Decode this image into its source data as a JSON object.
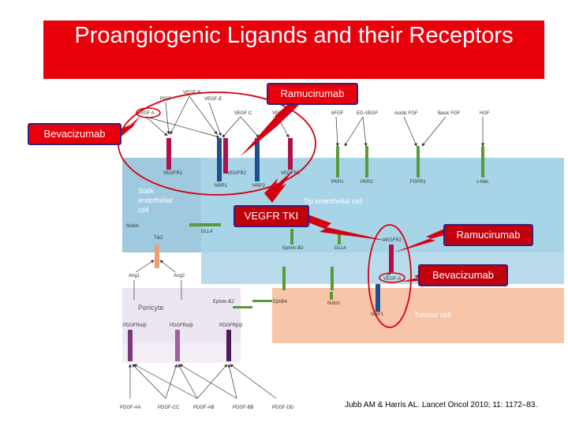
{
  "title": "Proangiogenic Ligands and their Receptors",
  "callouts": {
    "ramucirumab_top": "Ramucirumab",
    "bevacizumab_left": "Bevacizumab",
    "vegfr_tki": "VEGFR TKI",
    "ramucirumab_right": "Ramucirumab",
    "bevacizumab_right": "Bevacizumab"
  },
  "ligands": {
    "plgf": "PIGF",
    "vegf_b": "VEGF-B",
    "vegf_e": "VEGF-E",
    "vegf_a": "VEGF A",
    "vegf_c": "VEGF C",
    "vegf_d": "VEGF D",
    "bfgf": "bFGF",
    "eg_vegf": "EG-VEGF",
    "acidic_fgf": "Acidic FGF",
    "basic_fgf": "Basic FGF",
    "hgf": "HGF"
  },
  "receptors": {
    "vegfr1": "VEGFR1",
    "vegfr2": "VEGFR2",
    "vegfr3": "VEGFR3",
    "nrp1": "NRP1",
    "nrp2": "NRP2",
    "pkr1": "PKR1",
    "pkr2": "PKR2",
    "fgfr1": "FGFR1",
    "cmet": "c-Met",
    "notch": "Notch",
    "dll4": "DLL4",
    "tie2": "Tie2",
    "ephrin_b2_stalk": "Ephrin-B2",
    "dll4_tip": "DLL4",
    "vegfr2_tumour": "VEGFR2",
    "vegf_a_tumour": "VEGF-A",
    "nrp1_tumour": "NRP1",
    "ephrin_b2_pericyte": "Ephrin-B2",
    "ephb4": "EphB4",
    "notch_tumour": "Notch"
  },
  "cells": {
    "stalk": "Stalk endothelial cell",
    "tip": "Tip endothelial cell",
    "pericyte": "Pericyte",
    "tumour": "Tumour cell"
  },
  "angiopoietins": {
    "ang1": "Ang1",
    "ang2": "Ang2"
  },
  "pdgf_receptors": [
    "PDGFRα/β",
    "PDGFRα/β",
    "PDGFRβ/β"
  ],
  "pdgf_ligands": [
    "PDGF-AA",
    "PDGF-CC",
    "PDGF-AB",
    "PDGF-BB",
    "PDGF-DD"
  ],
  "citation": "Jubb AM & Harris AL. Lancet Oncol 2010; 11: 1172–83.",
  "colors": {
    "title_bg": "#e8000b",
    "callout_border": "#3a1f7a",
    "tip_cell": "#a8d4e8",
    "stalk_cell": "#9ec9df",
    "pericyte": "#ede6f0",
    "tumour": "#f9c5a8",
    "vegfr_blue": "#1e4f8f",
    "vegfr_red": "#b0104a",
    "green": "#5a9a3a",
    "purple": "#7a3a7a"
  }
}
